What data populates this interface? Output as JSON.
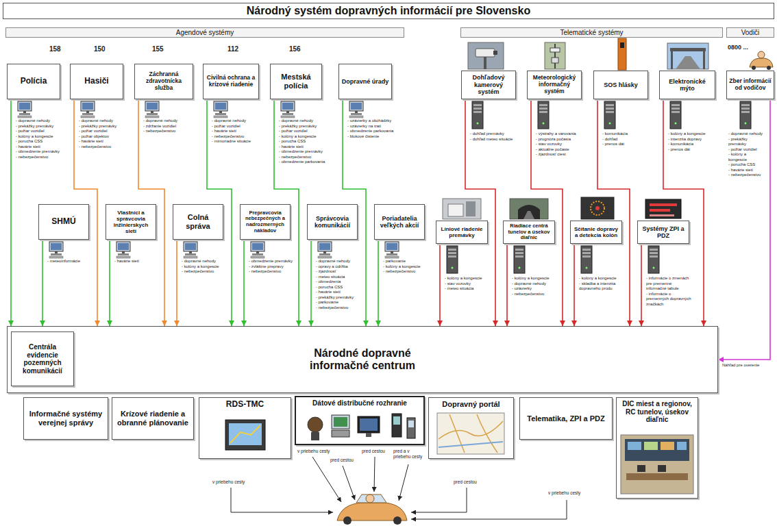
{
  "diagram": {
    "title": "Národný systém dopravných informácií pre Slovensko",
    "nodes": [
      {
        "text": [
          "Polícia"
        ]
      },
      {
        "text": [
          "Hasiči"
        ]
      },
      {
        "text": [
          "Záchranná zdravotnícka služba"
        ]
      },
      {
        "text": [
          "Civilná ochrana a krízové riadenie"
        ]
      },
      {
        "text": [
          "Mestská polícia"
        ]
      },
      {
        "text": [
          "Dopravné úrady"
        ]
      },
      {
        "text": [
          "Dohľadový kamerový systém"
        ]
      },
      {
        "text": [
          "Meteorologický informačný systém"
        ]
      },
      {
        "text": [
          "SOS hlásky"
        ]
      },
      {
        "text": [
          "Elektronické mýto"
        ]
      },
      {
        "text": [
          "Zber informácií od vodičov"
        ]
      },
      {
        "text": [
          "SHMÚ"
        ]
      },
      {
        "text": [
          "Vlastníci a správcovia inžinierskych sietí"
        ]
      },
      {
        "text": [
          "Colná správa"
        ]
      },
      {
        "text": [
          "Prepravcovia nebezpečných a nadrozmerných nákladov"
        ]
      },
      {
        "text": [
          "Správcovia komunikácií"
        ]
      },
      {
        "text": [
          "Poriadatelia veľkých akcií"
        ]
      },
      {
        "text": [
          "Líniové riadenie premávky"
        ]
      },
      {
        "text": [
          "Riadiace centrá tunelov a úsekov diaľnic"
        ]
      },
      {
        "text": [
          "Sčítanie dopravy a detekcia kolón"
        ]
      },
      {
        "text": [
          "Systémy ZPI a PDZ"
        ]
      },
      {
        "text": [
          "Národné dopravné informačné centrum"
        ]
      },
      {
        "text": [
          "Centrála evidencie pozemných komunikácií"
        ],
        "in": 21
      },
      {
        "text": [
          "Informačné systémy verejnej správy"
        ]
      },
      {
        "text": [
          "Krízové riadenie a obranné plánovanie"
        ]
      },
      {
        "text": [
          "RDS-TMC"
        ]
      },
      {
        "text": [
          "Dátové distribučné rozhranie"
        ]
      },
      {
        "text": [
          "Dopravný portál"
        ]
      },
      {
        "text": [
          "Telematika, ZPI a PDZ"
        ]
      },
      {
        "text": [
          "DIC miest a regionov, RC tunelov, úsekov diaľnic"
        ]
      }
    ],
    "edges": [
      {
        "from": 0,
        "to": 21,
        "arrow": "to"
      },
      {
        "from": 1,
        "to": 21,
        "arrow": "to"
      },
      {
        "from": 2,
        "to": 21,
        "arrow": "to"
      },
      {
        "from": 3,
        "to": 21,
        "arrow": "to"
      },
      {
        "from": 4,
        "to": 21,
        "arrow": "to"
      },
      {
        "from": 5,
        "to": 21,
        "arrow": "to"
      },
      {
        "from": 6,
        "to": 21,
        "arrow": "to"
      },
      {
        "from": 7,
        "to": 21,
        "arrow": "to"
      },
      {
        "from": 8,
        "to": 21,
        "arrow": "to"
      },
      {
        "from": 9,
        "to": 21,
        "arrow": "to"
      },
      {
        "from": 10,
        "to": 21,
        "arrow": "to",
        "label": "Náhľad pre overenie"
      },
      {
        "from": 11,
        "to": 21,
        "arrow": "to"
      },
      {
        "from": 12,
        "to": 21,
        "arrow": "to"
      },
      {
        "from": 13,
        "to": 21,
        "arrow": "to"
      },
      {
        "from": 14,
        "to": 21,
        "arrow": "to"
      },
      {
        "from": 15,
        "to": 21,
        "arrow": "to"
      },
      {
        "from": 16,
        "to": 21,
        "arrow": "to"
      },
      {
        "from": 17,
        "to": 21,
        "arrow": "to"
      },
      {
        "from": 18,
        "to": 21,
        "arrow": "to"
      },
      {
        "from": 19,
        "to": 21,
        "arrow": "to"
      },
      {
        "from": 20,
        "to": 21,
        "arrow": "to"
      }
    ],
    "labels": [
      "Agendové systémy",
      "Telematické systémy",
      "Vodiči",
      "158",
      "150",
      "155",
      "112",
      "156",
      "0800 ...",
      "- dopravné nehody",
      "- prekážky premávky",
      "- požiar vozidiel",
      "- kolóny a kongescie",
      "- porucha CSS",
      "- havárie sietí",
      "- obmedzenie premávky",
      "- nebezpečenstvo",
      "- dopravné nehody",
      "- prekážky premávky",
      "- požiar vozidiel",
      "- požiar objektov",
      "- havárie sietí",
      "- nebezpečenstvo",
      "- dopravné nehody",
      "- zdržanie vozidiel",
      "- nebezpečenstvo",
      "- dopravné nehody",
      "- požiar vozidiel",
      "- havárie sietí",
      "- nebezpečenstvo",
      "- mimoriadne situácie",
      "- dopravné nehody",
      "- prekážky premávky",
      "- požiar vozidiel",
      "- kolóny a kongescie",
      "- porucha CSS",
      "- havárie sietí",
      "- obmedzenie premávky",
      "- nebezpečenstvo",
      "- obmedzenie parkovania",
      "- uzávierky a obchádzky",
      "- uzávierky na trati",
      "- obmedzenie parkovania",
      "- blokové čistenie",
      "- dohľad premávky",
      "- dohľad meteo situácie",
      "- výstrahy a varovania",
      "- prognóza počasia",
      "- stav vozovky",
      "- aktuálne počasie",
      "- zjazdnosť ciest",
      "- komunikácia",
      "- dohľad",
      "- prenos dát",
      "- kolóny a kongescie",
      "- intenzita dopravy",
      "- komunikácia",
      "- prenos dát",
      "- dopravné nehody",
      "- prekážky premávky",
      "- požiar vozidiel",
      "- kolóny a kongescie",
      "- porucha CSS",
      "- havárie sietí",
      "- nebezpečenstvo",
      "- meteoinformácie",
      "- havárie sietí",
      "- dopravné nehody",
      "- kolóny a kongescie",
      "- nebezpečenstvo",
      "- obmedzenie premávky",
      "- zvláštne prepravy",
      "- nebezpečenstvo",
      "- dopravné nehody",
      "- opravy a údržba",
      "- zjazdnosť",
      "- meteo situácia",
      "- obmedzenia",
      "- porucha CSS",
      "- havárie sietí",
      "- prekážky premávky",
      "- parkovanie",
      "- nebezpečenstvo",
      "- parkovanie",
      "- kolóny a kongescie",
      "- nebezpečenstvo",
      "- kolóny a kongescie",
      "- stav vozovky",
      "- meteo situácia",
      "- kolóny a kongescie",
      "- dopravné nehody",
      "- uzávierky",
      "- nebezpečenstvo",
      "- kolóny a kongescie",
      "- skladba a intenzita dopravného prúdu",
      "- informácie o zmenách pre premenné informačné tabule",
      "- informácie o premenných dopravných značkách",
      "v priebehu cesty",
      "v priebehu cesty",
      "pred cestou",
      "pred cestou",
      "pred a v priebehu cesty",
      "pred cestou",
      "v priebehu cesty"
    ]
  }
}
